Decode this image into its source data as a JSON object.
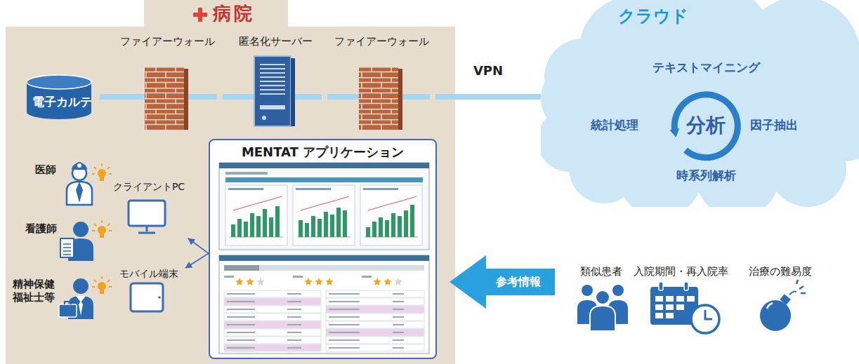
{
  "diagram": {
    "nodes": [
      {
        "text": [
          "病院"
        ]
      },
      {
        "text": [
          "電子カルテ"
        ],
        "in": 0
      },
      {
        "text": [
          "ファイアーウォール"
        ],
        "in": 0
      },
      {
        "text": [
          "匿名化サーバー"
        ],
        "in": 0
      },
      {
        "text": [
          "ファイアーウォール"
        ],
        "in": 0
      },
      {
        "text": [
          "クラウド",
          "テキストマイニング",
          "統計処理",
          "分析",
          "因子抽出",
          "時系列解析"
        ]
      },
      {
        "text": [
          "MENTAT アプリケーション"
        ],
        "in": 0
      },
      {
        "text": [
          "クライアントPC"
        ],
        "in": 0
      },
      {
        "text": [
          "モバイル端末"
        ],
        "in": 0
      }
    ],
    "edges": [
      {
        "from": 1,
        "to": 2,
        "arrow": "none"
      },
      {
        "from": 2,
        "to": 3,
        "arrow": "none"
      },
      {
        "from": 3,
        "to": 4,
        "arrow": "none"
      },
      {
        "from": 4,
        "to": 5,
        "label": "VPN",
        "arrow": "none"
      },
      {
        "from": 6,
        "to": 7,
        "arrow": "to"
      },
      {
        "from": 6,
        "to": 8,
        "arrow": "to"
      }
    ],
    "labels": [
      "医師",
      "看護師",
      "精神保健 福祉士等",
      "類似患者",
      "入院期間・再入院率",
      "治療の難易度",
      "参考情報"
    ]
  }
}
